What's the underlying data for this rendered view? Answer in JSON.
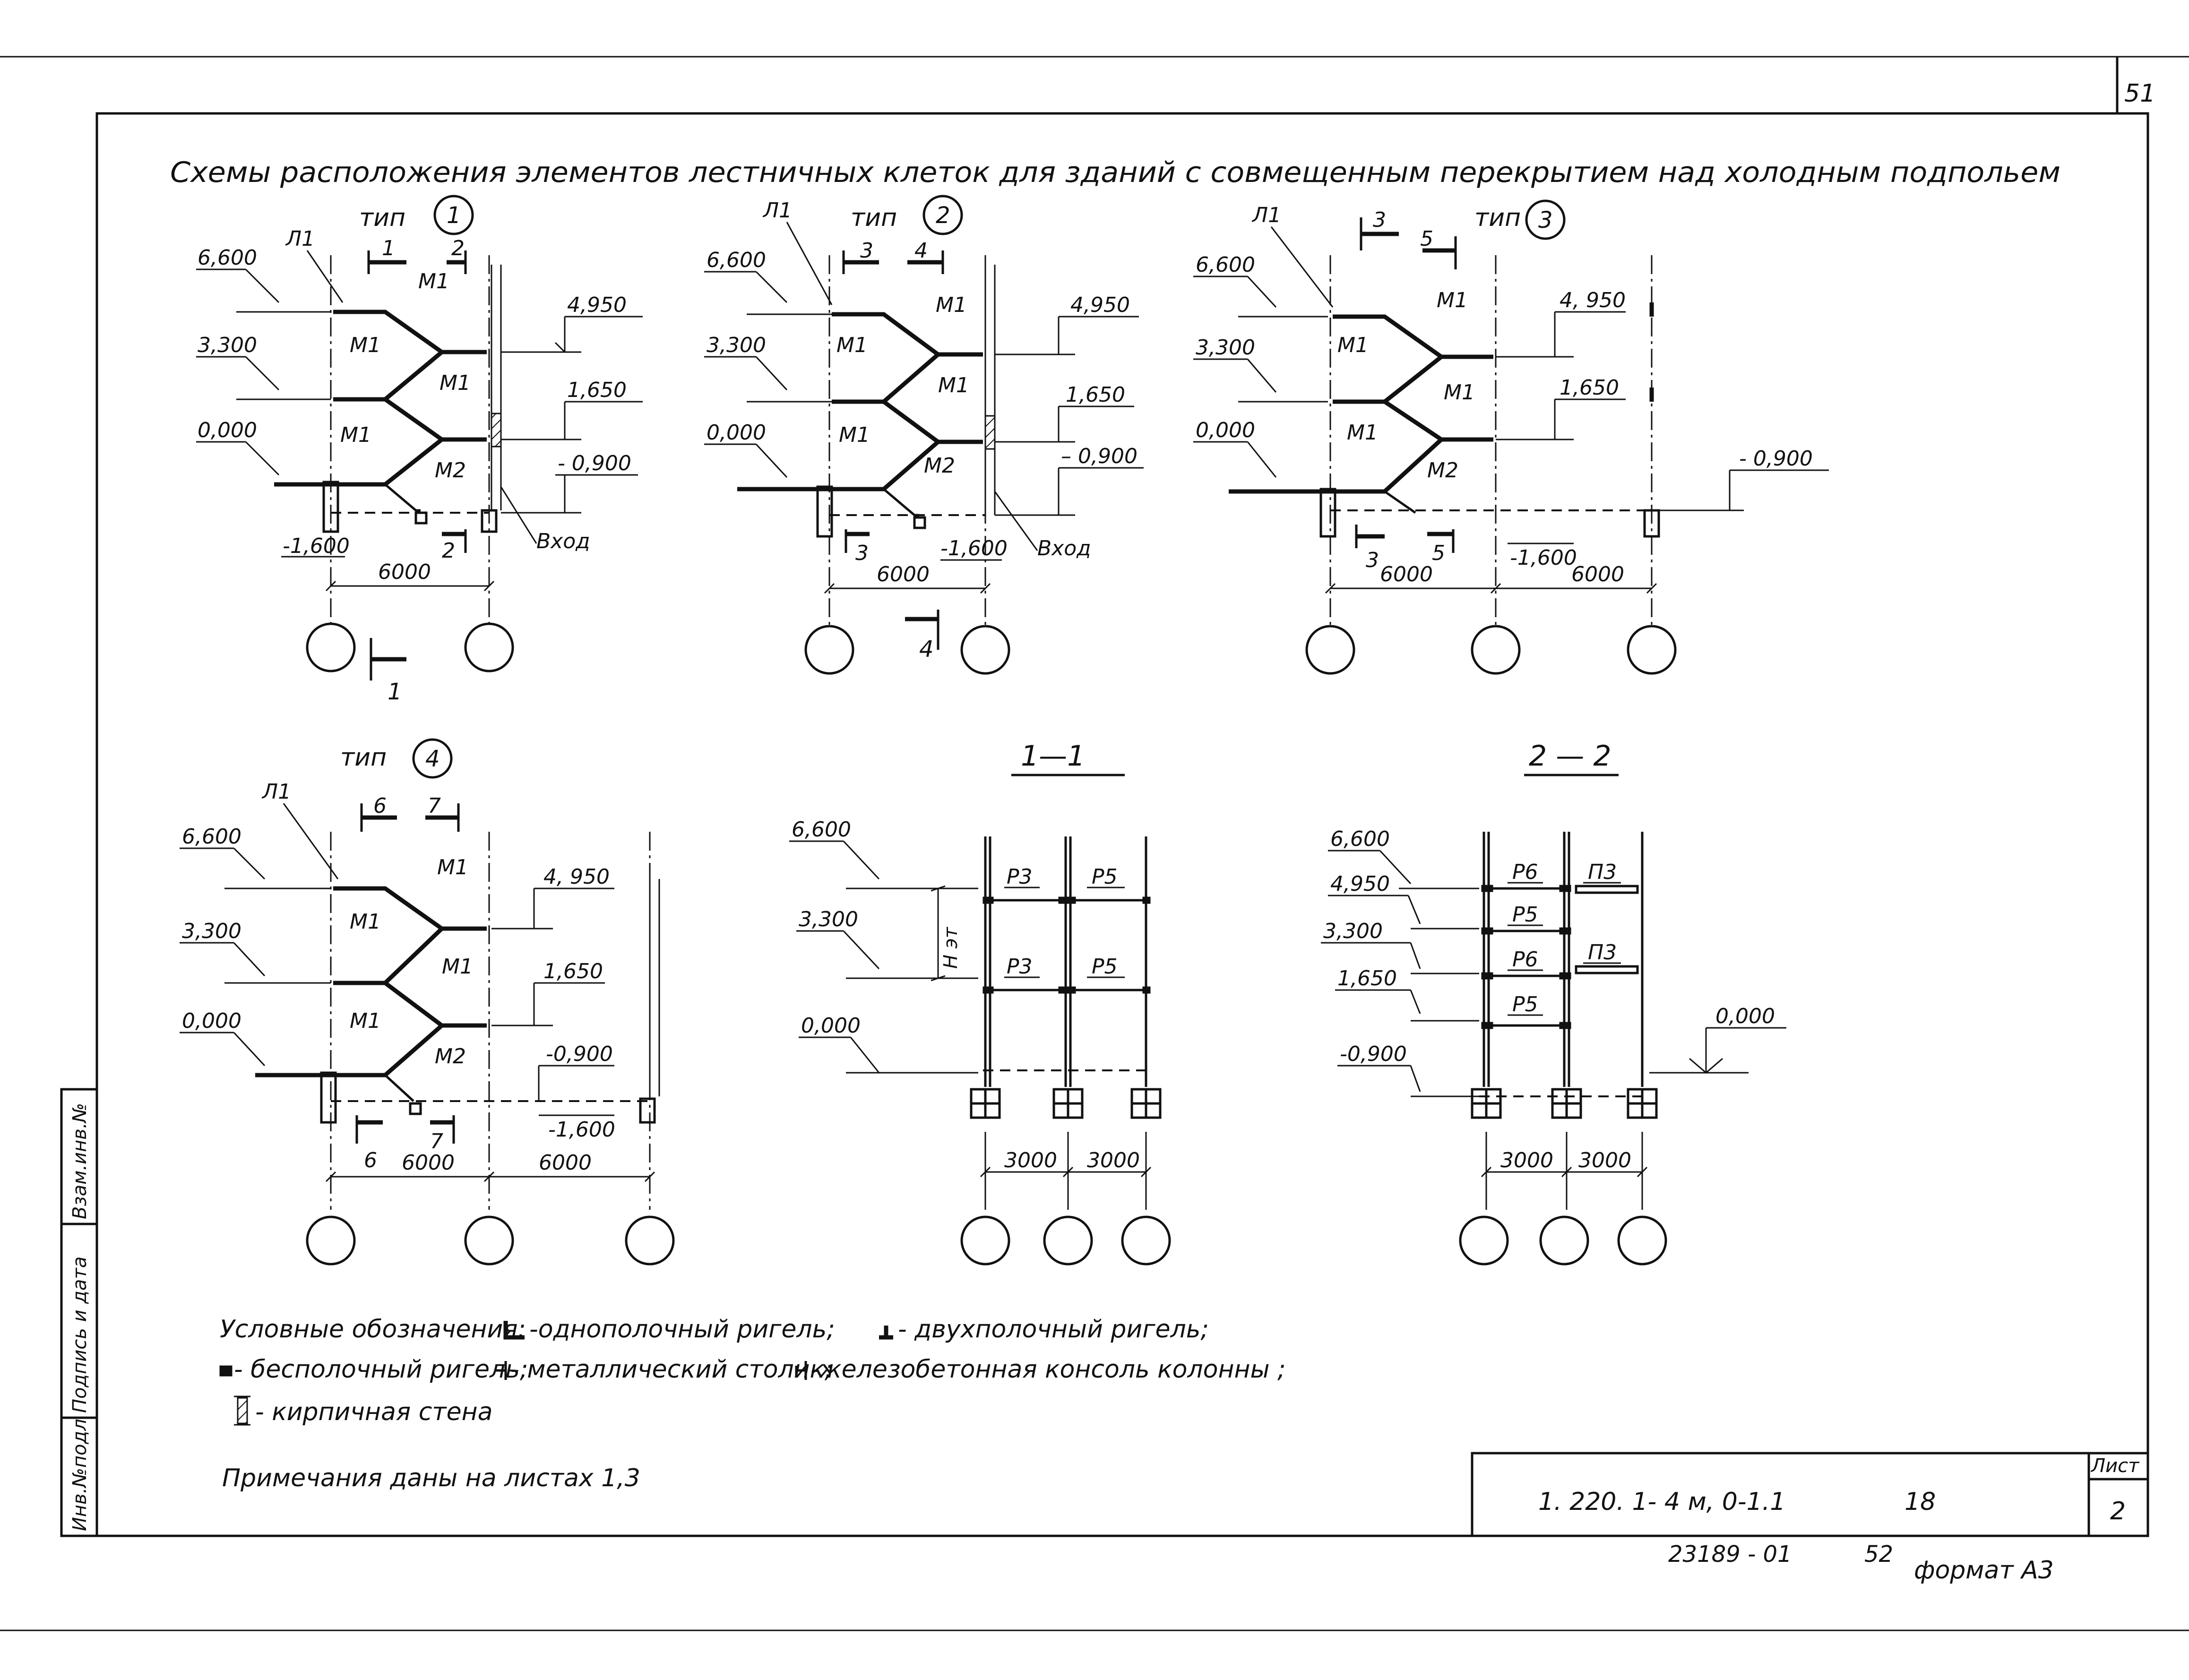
{
  "page_number": "51",
  "title": "Схемы расположения элементов лестничных клеток для зданий с совмещенным перекрытием над холодным подпольем",
  "labels": {
    "type_word_upper": "тип",
    "type_word_lower": "тип",
    "type1": "1",
    "type2": "2",
    "type3": "3",
    "type4": "4",
    "L1": "Л1",
    "M1": "М1",
    "M2": "М2",
    "P3": "Р3",
    "P5": "Р5",
    "P6": "Р6",
    "PI3": "П3",
    "H_floor": "Н эт",
    "entry": "Вход",
    "sec_1": "1",
    "sec_2": "2",
    "sec_3": "3",
    "sec_4": "4",
    "sec_5": "5",
    "sec_6": "6",
    "sec_7": "7",
    "section_11": "1—1",
    "section_22": "2 — 2"
  },
  "elevations": {
    "e6600": "6,600",
    "e3300": "3,300",
    "e0000": "0,000",
    "e4950": "4,950",
    "e4950b": "4, 950",
    "e4950c": "4,950",
    "e1650": "1,650",
    "em0900": "- 0,900",
    "em0900b": "– 0,900",
    "em0900c": "-0,900",
    "em1600": "-1,600",
    "em1600b": "-1,600",
    "em1600c": "-1,600"
  },
  "dims": {
    "d6000": "6000",
    "d3000": "3000"
  },
  "legend": {
    "title": "Условные обозначения:",
    "item1": "-однополочный ригель;",
    "item2": "- двухполочный ригель;",
    "item3": "- бесполочный ригель;",
    "item4": "- металлический столик;",
    "item5": "-железобетонная консоль колонны ;",
    "item6": "- кирпичная стена"
  },
  "note": "Примечания даны на листах 1,3",
  "side_stamp": {
    "inv_orig": "Инв.№подл",
    "signature": "Подпись и дата",
    "inv_replace": "Взам.инв.№"
  },
  "title_block": {
    "code": "1. 220. 1- 4 м, 0-1.1",
    "number": "18",
    "sheet_label": "Лист",
    "sheet_number": "2"
  },
  "footer": {
    "archive": "23189 - 01",
    "page": "52",
    "format": "формат А3"
  }
}
